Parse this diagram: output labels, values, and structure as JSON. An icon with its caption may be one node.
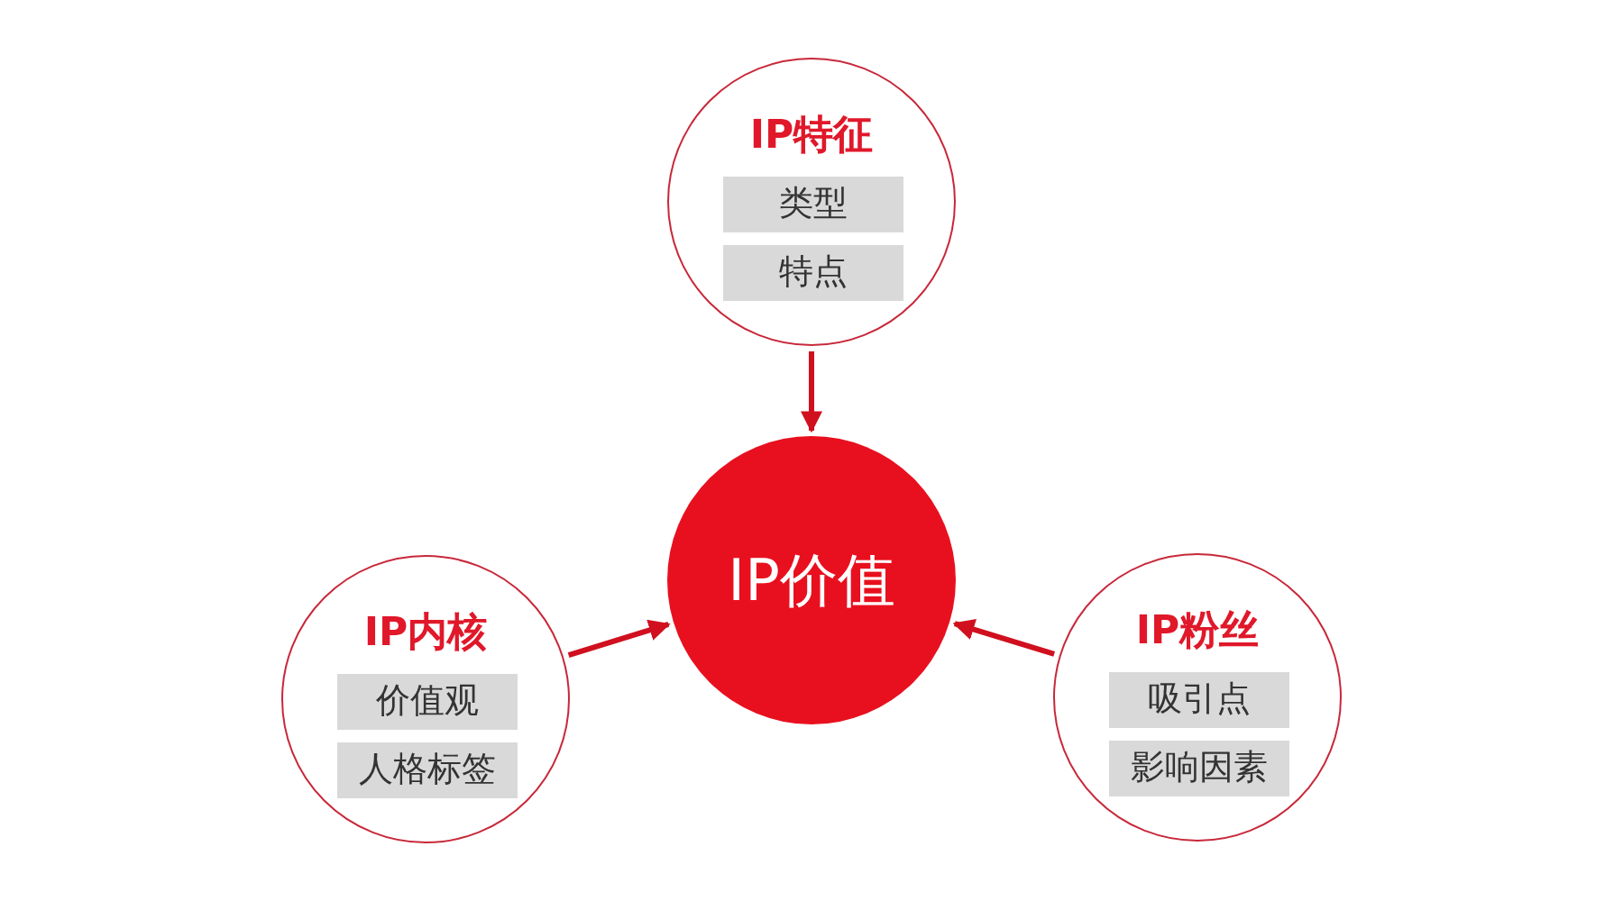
{
  "diagram": {
    "nodes": [
      {
        "text": [
          "IP特征"
        ]
      },
      {
        "text": [
          "类型"
        ],
        "in": 0
      },
      {
        "text": [
          "特点"
        ],
        "in": 0
      },
      {
        "text": [
          "IP价值"
        ]
      },
      {
        "text": [
          "IP内核"
        ]
      },
      {
        "text": [
          "价值观"
        ],
        "in": 4
      },
      {
        "text": [
          "人格标签"
        ],
        "in": 4
      },
      {
        "text": [
          "IP粉丝"
        ]
      },
      {
        "text": [
          "吸引点"
        ],
        "in": 7
      },
      {
        "text": [
          "影响因素"
        ],
        "in": 7
      }
    ],
    "edges": [
      {
        "from": 0,
        "to": 3,
        "arrow": "to"
      },
      {
        "from": 4,
        "to": 3,
        "arrow": "to"
      },
      {
        "from": 7,
        "to": 3,
        "arrow": "to"
      }
    ]
  }
}
